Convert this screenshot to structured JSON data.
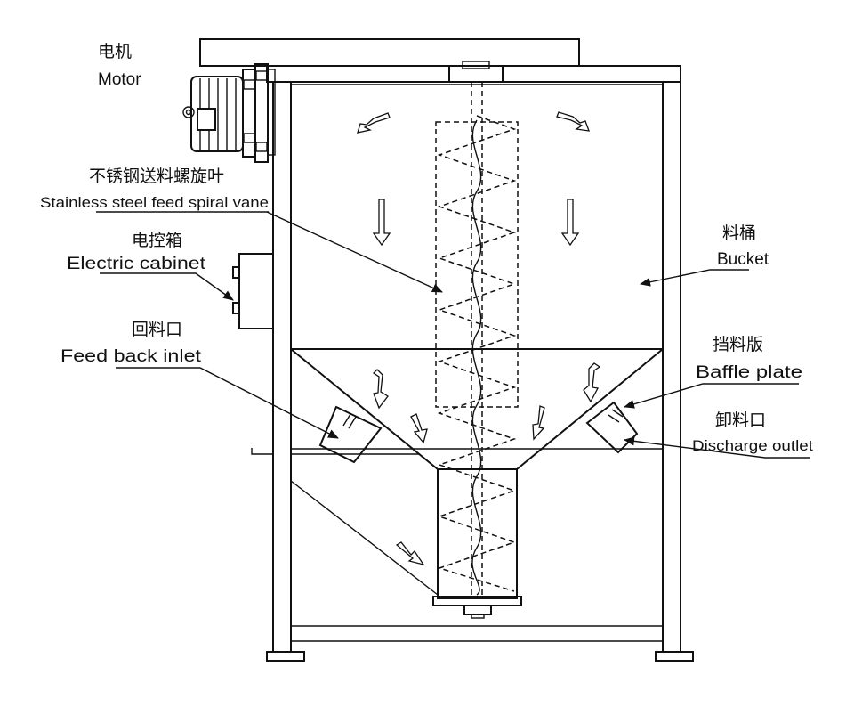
{
  "labels": {
    "motor": {
      "zh": "电机",
      "en": "Motor"
    },
    "spiral_vane": {
      "zh": "不锈钢送料螺旋叶",
      "en": "Stainless steel feed spiral vane"
    },
    "electric_cabinet": {
      "zh": "电控箱",
      "en": "Electric cabinet"
    },
    "feed_back_inlet": {
      "zh": "回料口",
      "en": "Feed back inlet"
    },
    "bucket": {
      "zh": "料桶",
      "en": "Bucket"
    },
    "baffle_plate": {
      "zh": "挡料版",
      "en": "Baffle plate"
    },
    "discharge_outlet": {
      "zh": "卸料口",
      "en": "Discharge outlet"
    }
  },
  "colors": {
    "line": "#111111",
    "background": "#ffffff"
  }
}
